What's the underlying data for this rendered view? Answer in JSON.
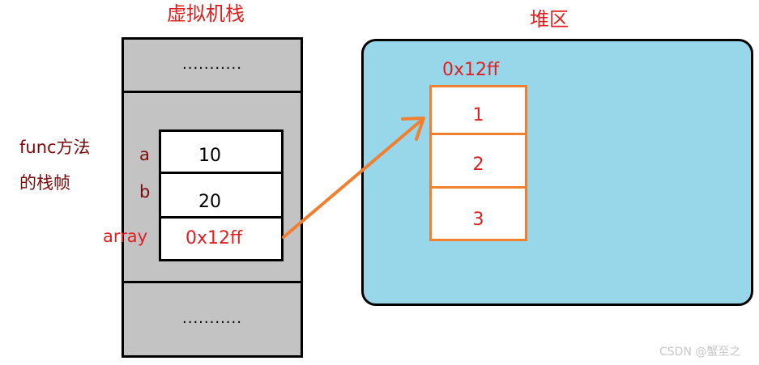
{
  "stack": {
    "title": "虚拟机栈",
    "top_dots": "...........",
    "bottom_dots": "...........",
    "frame_label_line1": "func方法",
    "frame_label_line2": "的栈帧",
    "vars": [
      {
        "name": "a",
        "value": "10"
      },
      {
        "name": "b",
        "value": "20"
      },
      {
        "name": "array",
        "value": "0x12ff"
      }
    ]
  },
  "heap": {
    "title": "堆区",
    "address": "0x12ff",
    "elements": [
      "1",
      "2",
      "3"
    ]
  },
  "watermark": "CSDN @蟹至之",
  "colors": {
    "red_text": "#e02020",
    "dark_red_text": "#7a0a0a",
    "stack_fill": "#c3c3c3",
    "heap_fill": "#98d7ea",
    "arrow": "#f08030"
  }
}
